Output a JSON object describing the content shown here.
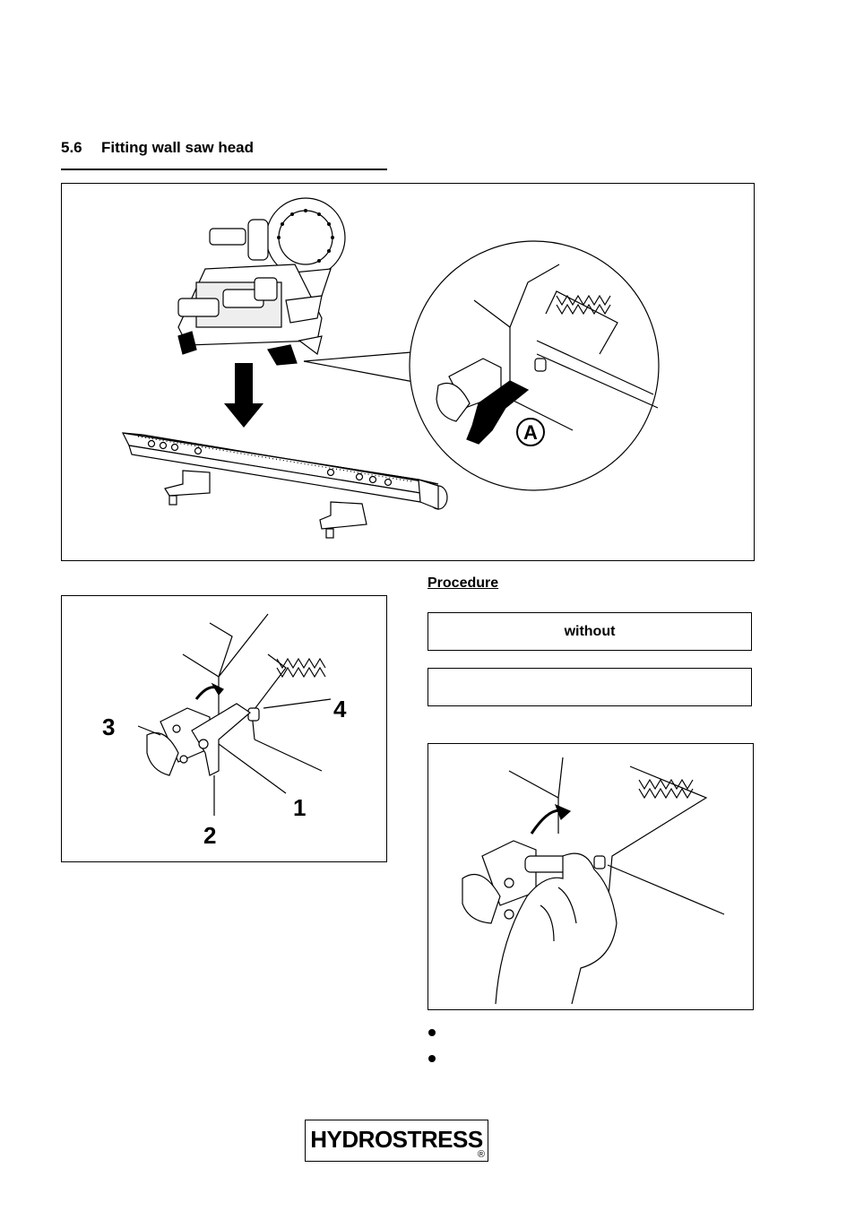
{
  "section": {
    "number": "5.6",
    "title": "Fitting wall saw head"
  },
  "figure_top": {
    "callout_label": "A"
  },
  "figure_left": {
    "labels": [
      "3",
      "4",
      "1",
      "2"
    ]
  },
  "procedure": {
    "heading": "Procedure"
  },
  "notes": [
    {
      "text": "without"
    },
    {
      "text": ""
    }
  ],
  "bullets": [
    {
      "text": ""
    },
    {
      "text": ""
    }
  ],
  "footer": {
    "logo_text": "HYDROSTRESS",
    "registered_mark": "®"
  }
}
